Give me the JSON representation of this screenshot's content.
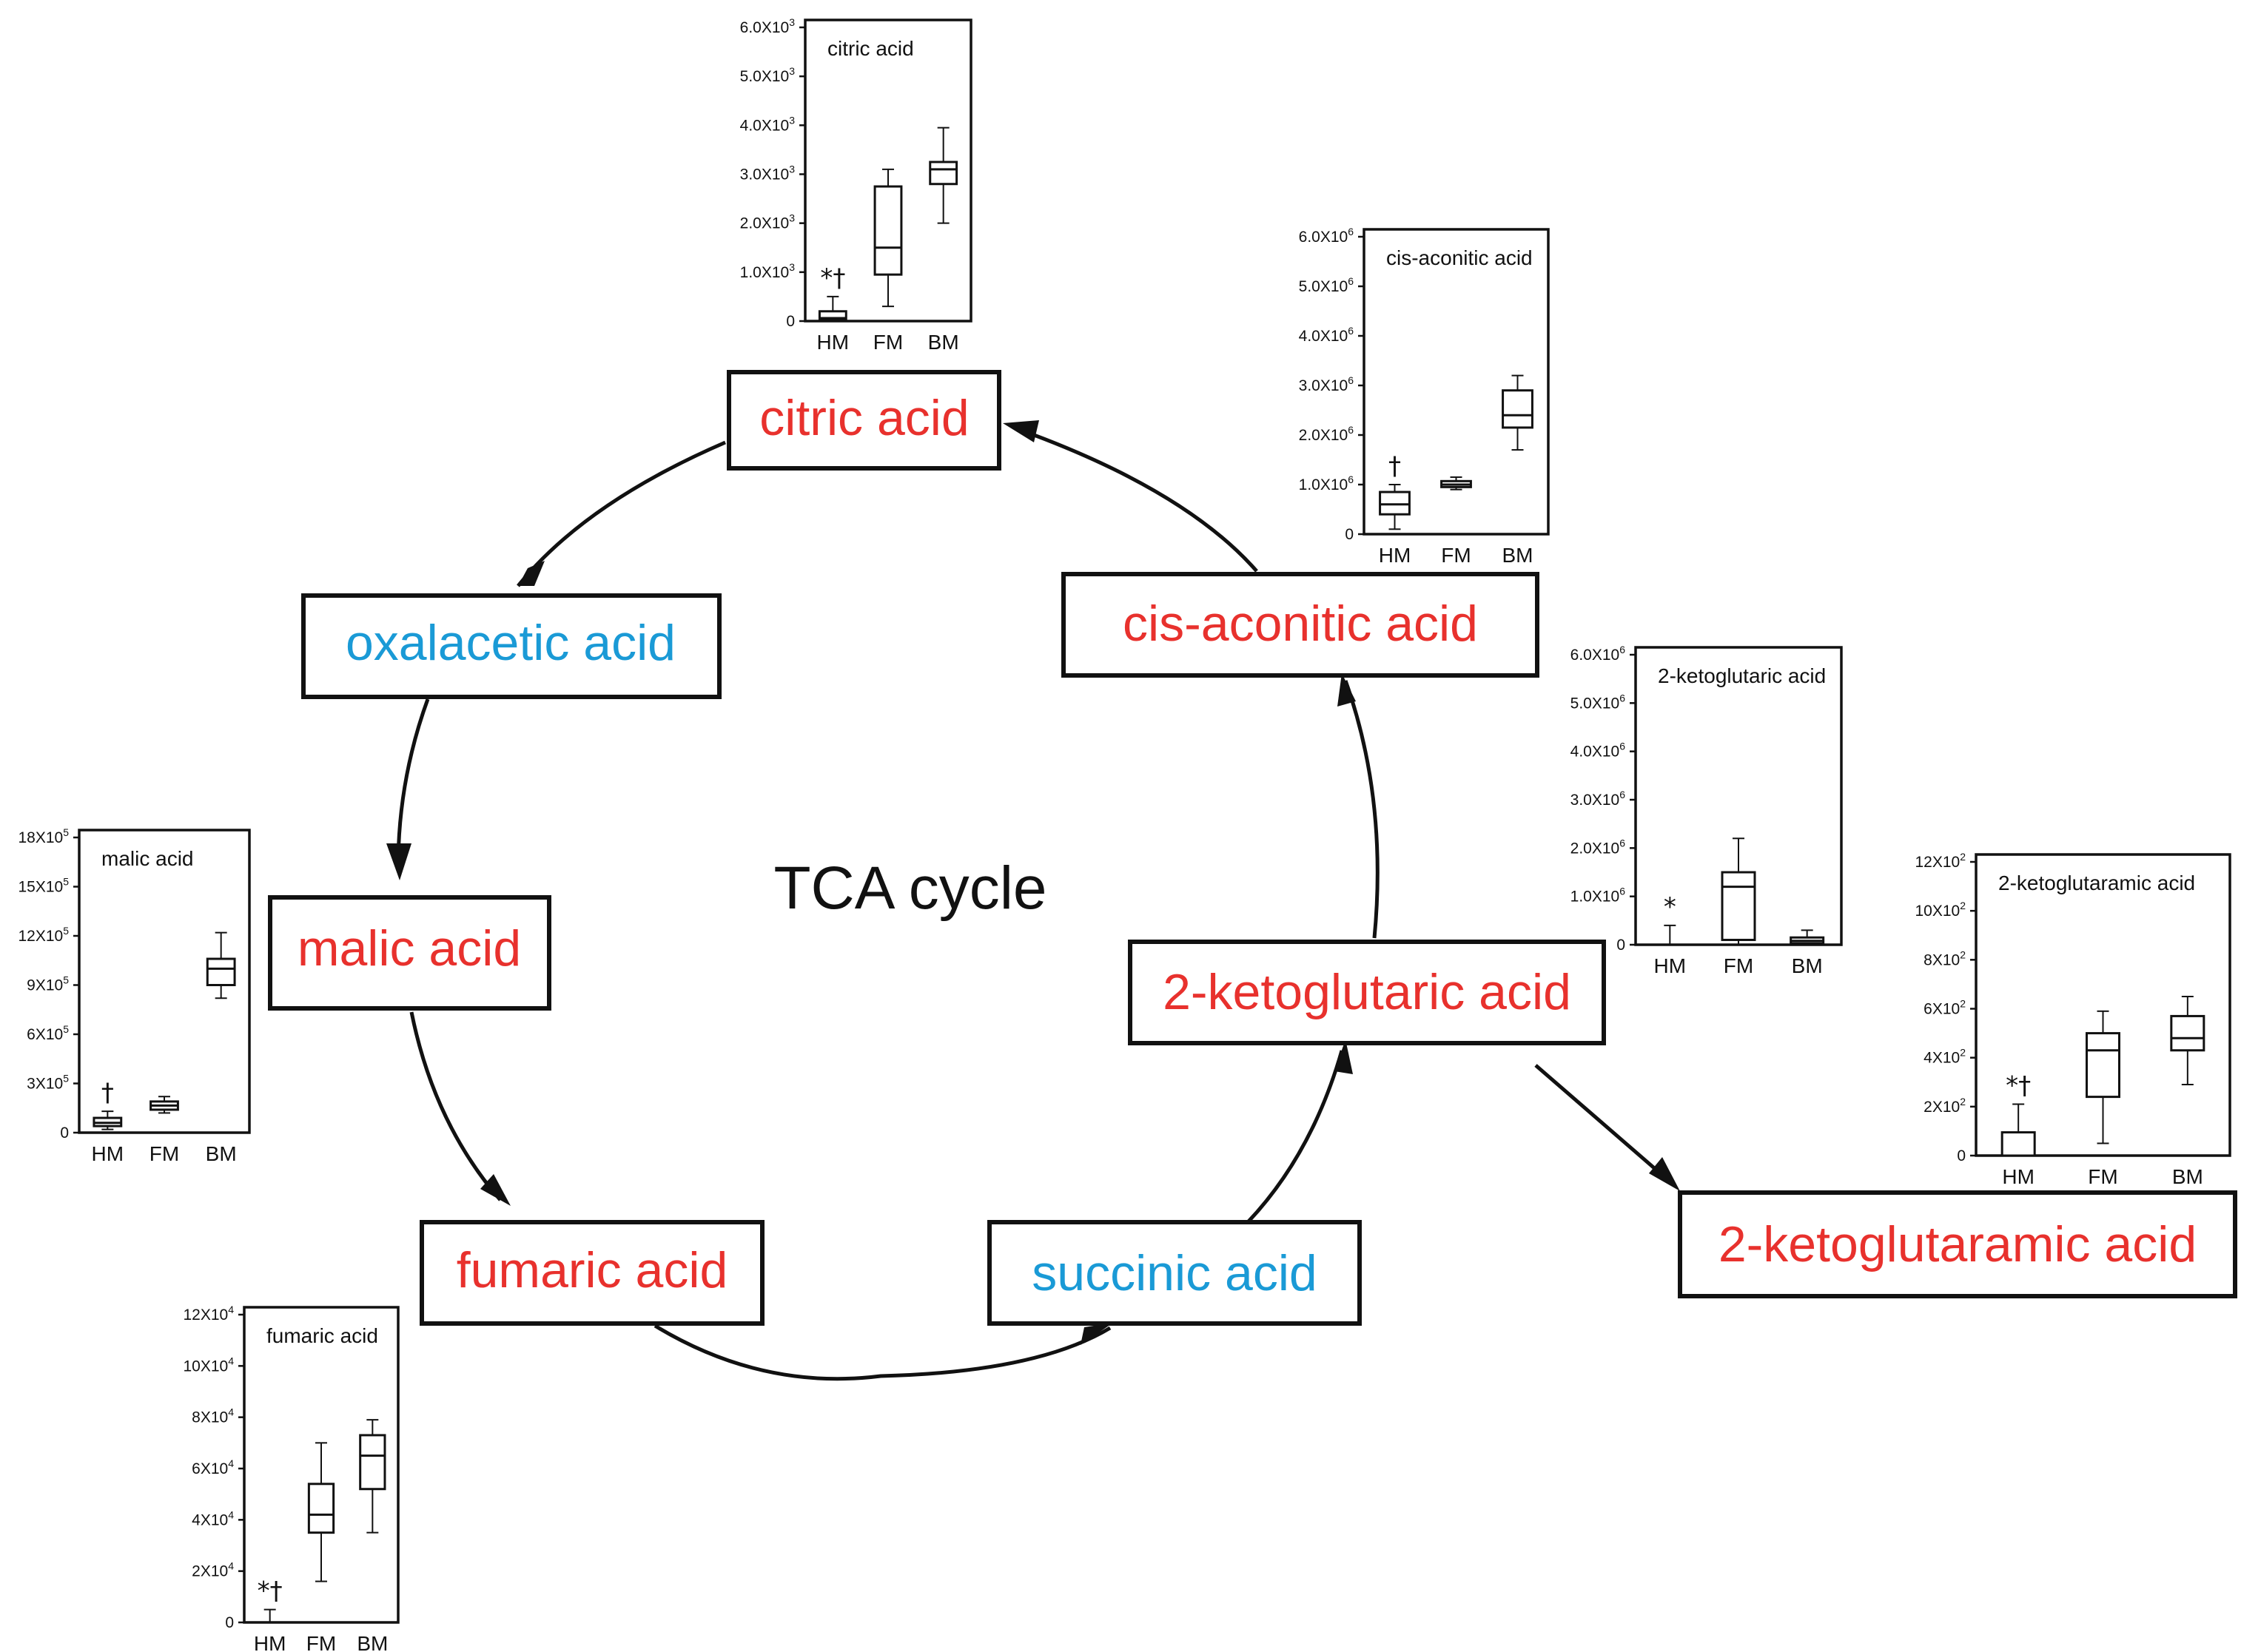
{
  "cycle_label": "TCA cycle",
  "colors": {
    "measured": "#e8312d",
    "not_measured": "#1a9ad6",
    "ink": "#111111"
  },
  "nodes": {
    "citric": {
      "label": "citric acid",
      "color": "#e8312d"
    },
    "cis": {
      "label": "cis-aconitic acid",
      "color": "#e8312d"
    },
    "keto": {
      "label": "2-ketoglutaric acid",
      "color": "#e8312d"
    },
    "succinic": {
      "label": "succinic acid",
      "color": "#1a9ad6"
    },
    "fumaric": {
      "label": "fumaric acid",
      "color": "#e8312d"
    },
    "malic": {
      "label": "malic acid",
      "color": "#e8312d"
    },
    "oxal": {
      "label": "oxalacetic acid",
      "color": "#1a9ad6"
    },
    "ketam": {
      "label": "2-ketoglutaramic acid",
      "color": "#e8312d"
    }
  },
  "chart_data": [
    {
      "id": "citric",
      "type": "box",
      "title": "citric acid",
      "categories": [
        "HM",
        "FM",
        "BM"
      ],
      "ylim": [
        0,
        6000
      ],
      "yticks": [
        0,
        1000,
        2000,
        3000,
        4000,
        5000,
        6000
      ],
      "ytick_labels": [
        "0",
        "1.0X10^3",
        "2.0X10^3",
        "3.0X10^3",
        "4.0X10^3",
        "5.0X10^3",
        "6.0X10^3"
      ],
      "boxes": [
        {
          "min": 0,
          "q1": 20,
          "median": 60,
          "q3": 200,
          "max": 500,
          "sig": "*†"
        },
        {
          "min": 300,
          "q1": 950,
          "median": 1500,
          "q3": 2750,
          "max": 3100,
          "sig": ""
        },
        {
          "min": 2000,
          "q1": 2800,
          "median": 3100,
          "q3": 3250,
          "max": 3950,
          "sig": ""
        }
      ]
    },
    {
      "id": "cis",
      "type": "box",
      "title": "cis-aconitic acid",
      "categories": [
        "HM",
        "FM",
        "BM"
      ],
      "ylim": [
        0,
        6000000
      ],
      "yticks": [
        0,
        1000000,
        2000000,
        3000000,
        4000000,
        5000000,
        6000000
      ],
      "ytick_labels": [
        "0",
        "1.0X10^6",
        "2.0X10^6",
        "3.0X10^6",
        "4.0X10^6",
        "5.0X10^6",
        "6.0X10^6"
      ],
      "boxes": [
        {
          "min": 100000,
          "q1": 400000,
          "median": 600000,
          "q3": 850000,
          "max": 1000000,
          "sig": "†"
        },
        {
          "min": 900000,
          "q1": 950000,
          "median": 1000000,
          "q3": 1070000,
          "max": 1150000,
          "sig": ""
        },
        {
          "min": 1700000,
          "q1": 2150000,
          "median": 2400000,
          "q3": 2900000,
          "max": 3200000,
          "sig": ""
        }
      ]
    },
    {
      "id": "keto",
      "type": "box",
      "title": "2-ketoglutaric acid",
      "categories": [
        "HM",
        "FM",
        "BM"
      ],
      "ylim": [
        0,
        6000000
      ],
      "yticks": [
        0,
        1000000,
        2000000,
        3000000,
        4000000,
        5000000,
        6000000
      ],
      "ytick_labels": [
        "0",
        "1.0X10^6",
        "2.0X10^6",
        "3.0X10^6",
        "4.0X10^6",
        "5.0X10^6",
        "6.0X10^6"
      ],
      "boxes": [
        {
          "min": 0,
          "q1": 0,
          "median": 0,
          "q3": 0,
          "max": 400000,
          "sig": "*"
        },
        {
          "min": 0,
          "q1": 100000,
          "median": 1200000,
          "q3": 1500000,
          "max": 2200000,
          "sig": ""
        },
        {
          "min": 0,
          "q1": 30000,
          "median": 80000,
          "q3": 150000,
          "max": 300000,
          "sig": ""
        }
      ]
    },
    {
      "id": "ketam",
      "type": "box",
      "title": "2-ketoglutaramic acid",
      "categories": [
        "HM",
        "FM",
        "BM"
      ],
      "ylim": [
        0,
        1200
      ],
      "yticks": [
        0,
        200,
        400,
        600,
        800,
        1000,
        1200
      ],
      "ytick_labels": [
        "0",
        "2X10^2",
        "4X10^2",
        "6X10^2",
        "8X10^2",
        "10X10^2",
        "12X10^2"
      ],
      "boxes": [
        {
          "min": 0,
          "q1": 0,
          "median": 0,
          "q3": 95,
          "max": 210,
          "sig": "*†"
        },
        {
          "min": 50,
          "q1": 240,
          "median": 430,
          "q3": 500,
          "max": 590,
          "sig": ""
        },
        {
          "min": 290,
          "q1": 430,
          "median": 480,
          "q3": 570,
          "max": 650,
          "sig": ""
        }
      ]
    },
    {
      "id": "malic",
      "type": "box",
      "title": "malic acid",
      "categories": [
        "HM",
        "FM",
        "BM"
      ],
      "ylim": [
        0,
        1800000
      ],
      "yticks": [
        0,
        300000,
        600000,
        900000,
        1200000,
        1500000,
        1800000
      ],
      "ytick_labels": [
        "0",
        "3X10^5",
        "6X10^5",
        "9X10^5",
        "12X10^5",
        "15X10^5",
        "18X10^5"
      ],
      "boxes": [
        {
          "min": 20000,
          "q1": 40000,
          "median": 60000,
          "q3": 90000,
          "max": 130000,
          "sig": "†"
        },
        {
          "min": 120000,
          "q1": 140000,
          "median": 165000,
          "q3": 190000,
          "max": 220000,
          "sig": ""
        },
        {
          "min": 820000,
          "q1": 900000,
          "median": 1000000,
          "q3": 1060000,
          "max": 1220000,
          "sig": ""
        }
      ]
    },
    {
      "id": "fumaric",
      "type": "box",
      "title": "fumaric acid",
      "categories": [
        "HM",
        "FM",
        "BM"
      ],
      "ylim": [
        0,
        120000
      ],
      "yticks": [
        0,
        20000,
        40000,
        60000,
        80000,
        100000,
        120000
      ],
      "ytick_labels": [
        "0",
        "2X10^4",
        "4X10^4",
        "6X10^4",
        "8X10^4",
        "10X10^4",
        "12X10^4"
      ],
      "boxes": [
        {
          "min": 0,
          "q1": 0,
          "median": 0,
          "q3": 0,
          "max": 5000,
          "sig": "*†"
        },
        {
          "min": 16000,
          "q1": 35000,
          "median": 42000,
          "q3": 54000,
          "max": 70000,
          "sig": ""
        },
        {
          "min": 35000,
          "q1": 52000,
          "median": 65000,
          "q3": 73000,
          "max": 79000,
          "sig": ""
        }
      ]
    }
  ]
}
